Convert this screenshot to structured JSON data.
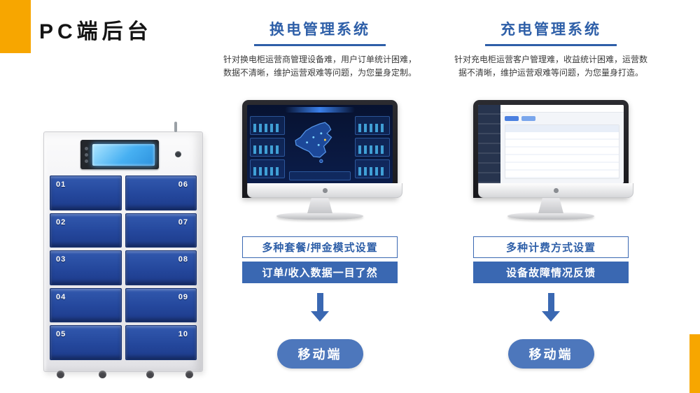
{
  "colors": {
    "accent_yellow": "#F7A600",
    "primary_blue": "#3A68B2",
    "pill_blue": "#4D77BC",
    "heading_blue": "#2E5FA8"
  },
  "header": {
    "title": "PC端后台"
  },
  "cabinet": {
    "doors_left": [
      "01",
      "02",
      "03",
      "04",
      "05"
    ],
    "doors_right": [
      "06",
      "07",
      "08",
      "09",
      "10"
    ]
  },
  "swap": {
    "heading": "换电管理系统",
    "description": "针对换电柜运营商管理设备难，用户订单统计困难，数据不清晰，维护运营艰难等问题，为您量身定制。",
    "feature_outline": "多种套餐/押金模式设置",
    "feature_solid": "订单/收入数据一目了然",
    "pill": "移动端"
  },
  "charge": {
    "heading": "充电管理系统",
    "description": "针对充电柜运营客户管理难，收益统计困难，运营数据不清晰，维护运营艰难等问题，为您量身打造。",
    "feature_outline": "多种计费方式设置",
    "feature_solid": "设备故障情况反馈",
    "pill": "移动端"
  }
}
